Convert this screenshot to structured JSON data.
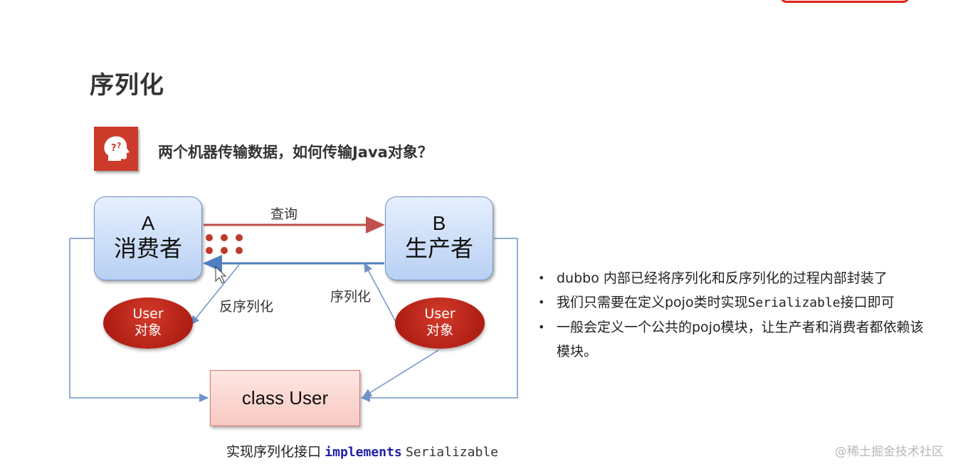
{
  "slide": {
    "title": "序列化",
    "question": "两个机器传输数据，如何传输Java对象？"
  },
  "diagram": {
    "consumer": {
      "letter": "A",
      "role": "消费者"
    },
    "producer": {
      "letter": "B",
      "role": "生产者"
    },
    "query_label": "查询",
    "deserialize_label": "反序列化",
    "serialize_label": "序列化",
    "user_object_a": {
      "line1": "User",
      "line2": "对象"
    },
    "user_object_b": {
      "line1": "User",
      "line2": "对象"
    },
    "class_box": "class User",
    "caption": {
      "prefix": "实现序列化接口",
      "keyword": "implements",
      "type": "Serializable"
    },
    "colors": {
      "query_arrow": "#c0504d",
      "response_arrow": "#4f7fc0",
      "connector": "#6f93c7",
      "data_dot": "#c0392b"
    }
  },
  "bullets": [
    {
      "text": "dubbo 内部已经将序列化和反序列化的过程内部封装了"
    },
    {
      "before": "我们只需要在定义pojo类时实现",
      "mono": "Serializable",
      "after": "接口即可"
    },
    {
      "text": "一般会定义一个公共的pojo模块，让生产者和消费者都依赖该模块。"
    }
  ],
  "bullet_glyph": "•",
  "watermark": "@稀土掘金技术社区"
}
